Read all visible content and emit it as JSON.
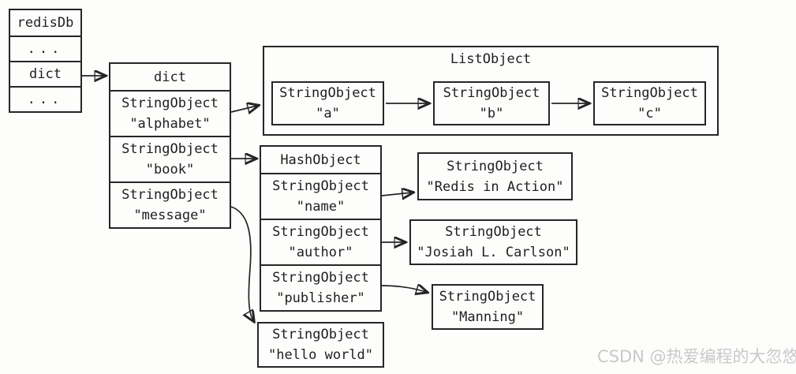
{
  "redisdb_table": {
    "rows": [
      "redisDb",
      "...",
      "dict",
      "..."
    ]
  },
  "dict_table": {
    "header": "dict",
    "rows": [
      {
        "line1": "StringObject",
        "line2": "\"alphabet\""
      },
      {
        "line1": "StringObject",
        "line2": "\"book\""
      },
      {
        "line1": "StringObject",
        "line2": "\"message\""
      }
    ]
  },
  "list_object": {
    "title": "ListObject",
    "items": [
      {
        "line1": "StringObject",
        "line2": "\"a\""
      },
      {
        "line1": "StringObject",
        "line2": "\"b\""
      },
      {
        "line1": "StringObject",
        "line2": "\"c\""
      }
    ]
  },
  "hash_object": {
    "header": "HashObject",
    "rows": [
      {
        "line1": "StringObject",
        "line2": "\"name\""
      },
      {
        "line1": "StringObject",
        "line2": "\"author\""
      },
      {
        "line1": "StringObject",
        "line2": "\"publisher\""
      }
    ]
  },
  "value_boxes": {
    "redis_in_action": {
      "line1": "StringObject",
      "line2": "\"Redis in Action\""
    },
    "josiah": {
      "line1": "StringObject",
      "line2": "\"Josiah L. Carlson\""
    },
    "manning": {
      "line1": "StringObject",
      "line2": "\"Manning\""
    },
    "hello_world": {
      "line1": "StringObject",
      "line2": "\"hello world\""
    }
  },
  "watermark": "CSDN @热爱编程的大忽悠",
  "colors": {
    "line": "#242424",
    "background": "#fdfdfc",
    "watermark": "#c9c9c9"
  }
}
